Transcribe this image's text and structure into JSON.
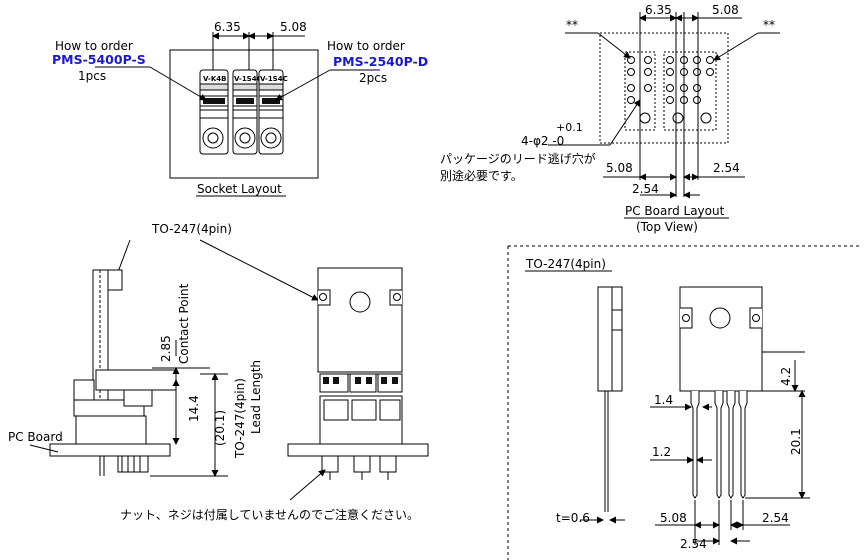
{
  "socket_layout": {
    "how_to_order_left": "How to order",
    "part_left": "PMS-5400P-S",
    "qty_left": "1pcs",
    "how_to_order_right": "How to order",
    "part_right": "PMS-2540P-D",
    "qty_right": "2pcs",
    "dim_top_left": "6.35",
    "dim_top_right": "5.08",
    "label_socket1": "V-K4B",
    "label_socket2": "V-1S4C",
    "label_socket3": "V-1S4C",
    "caption": "Socket Layout"
  },
  "pc_board_layout": {
    "dim_top_left": "6.35",
    "dim_top_right": "5.08",
    "star_left": "**",
    "star_right": "**",
    "hole_tol_plus": "+0.1",
    "hole_spec": "4-φ2 -0",
    "note_line1": "パッケージのリード逃げ穴が",
    "note_line2": "別途必要です。",
    "dim_bottom_left": "5.08",
    "dim_bottom_right": "2.54",
    "dim_bottom_center": "2.54",
    "caption": "PC Board Layout",
    "caption_sub": "(Top View)"
  },
  "assembly_view": {
    "package_label": "TO-247(4pin)",
    "dim_contact": "2.85",
    "contact_label": "Contact Point",
    "dim_14_4": "14.4",
    "dim_20_1": "(20.1)",
    "lead_label_line1": "TO-247(4pin)",
    "lead_label_line2": "Lead Length",
    "pc_board_label": "PC Board",
    "note": "ナット、ネジは付属していませんのでご注意ください。"
  },
  "package_view": {
    "title": "TO-247(4pin)",
    "dim_4_2": "4.2",
    "dim_1_4": "1.4",
    "dim_1_2": "1.2",
    "dim_20_1": "20.1",
    "thickness": "t=0.6",
    "dim_bottom_left": "5.08",
    "dim_bottom_right": "2.54",
    "dim_bottom_center": "2.54"
  }
}
